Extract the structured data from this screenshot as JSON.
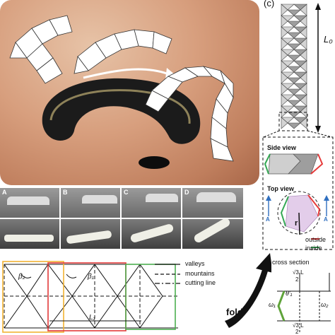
{
  "panel_c": {
    "label": "(c)",
    "length_label": "L₀"
  },
  "strip": {
    "labels": [
      "A",
      "B",
      "C",
      "D"
    ]
  },
  "views": {
    "side_view": "Side view",
    "top_view": "Top view",
    "outside": "outside",
    "inside": "inside",
    "radius": "r",
    "arrow_a": "A"
  },
  "legend": {
    "valleys": "valleys",
    "mountains": "mountains",
    "cutting_line": "cutting line"
  },
  "pattern": {
    "beta2": "β₂",
    "beta1": "β₁",
    "length": "L₁"
  },
  "fold": "fold",
  "cross_section": {
    "title": "cross section",
    "top_dim": "√3 L",
    "bottom_dim": "√3 L",
    "denominator": "2",
    "theta": "θ'₁",
    "omega1": "ω₁",
    "omega2": "ω₂"
  },
  "colors": {
    "skin": "#d79e7d",
    "leech": "#1b1b1b",
    "stripe": "#8e8259",
    "outside": "#e63b3b",
    "inside": "#33a853",
    "module": "#bfbfbf",
    "pattern_yellow": "#f2b233",
    "pattern_red": "#e23a3a",
    "pattern_green": "#4caf50",
    "arrow_blue": "#2f6fc0"
  }
}
